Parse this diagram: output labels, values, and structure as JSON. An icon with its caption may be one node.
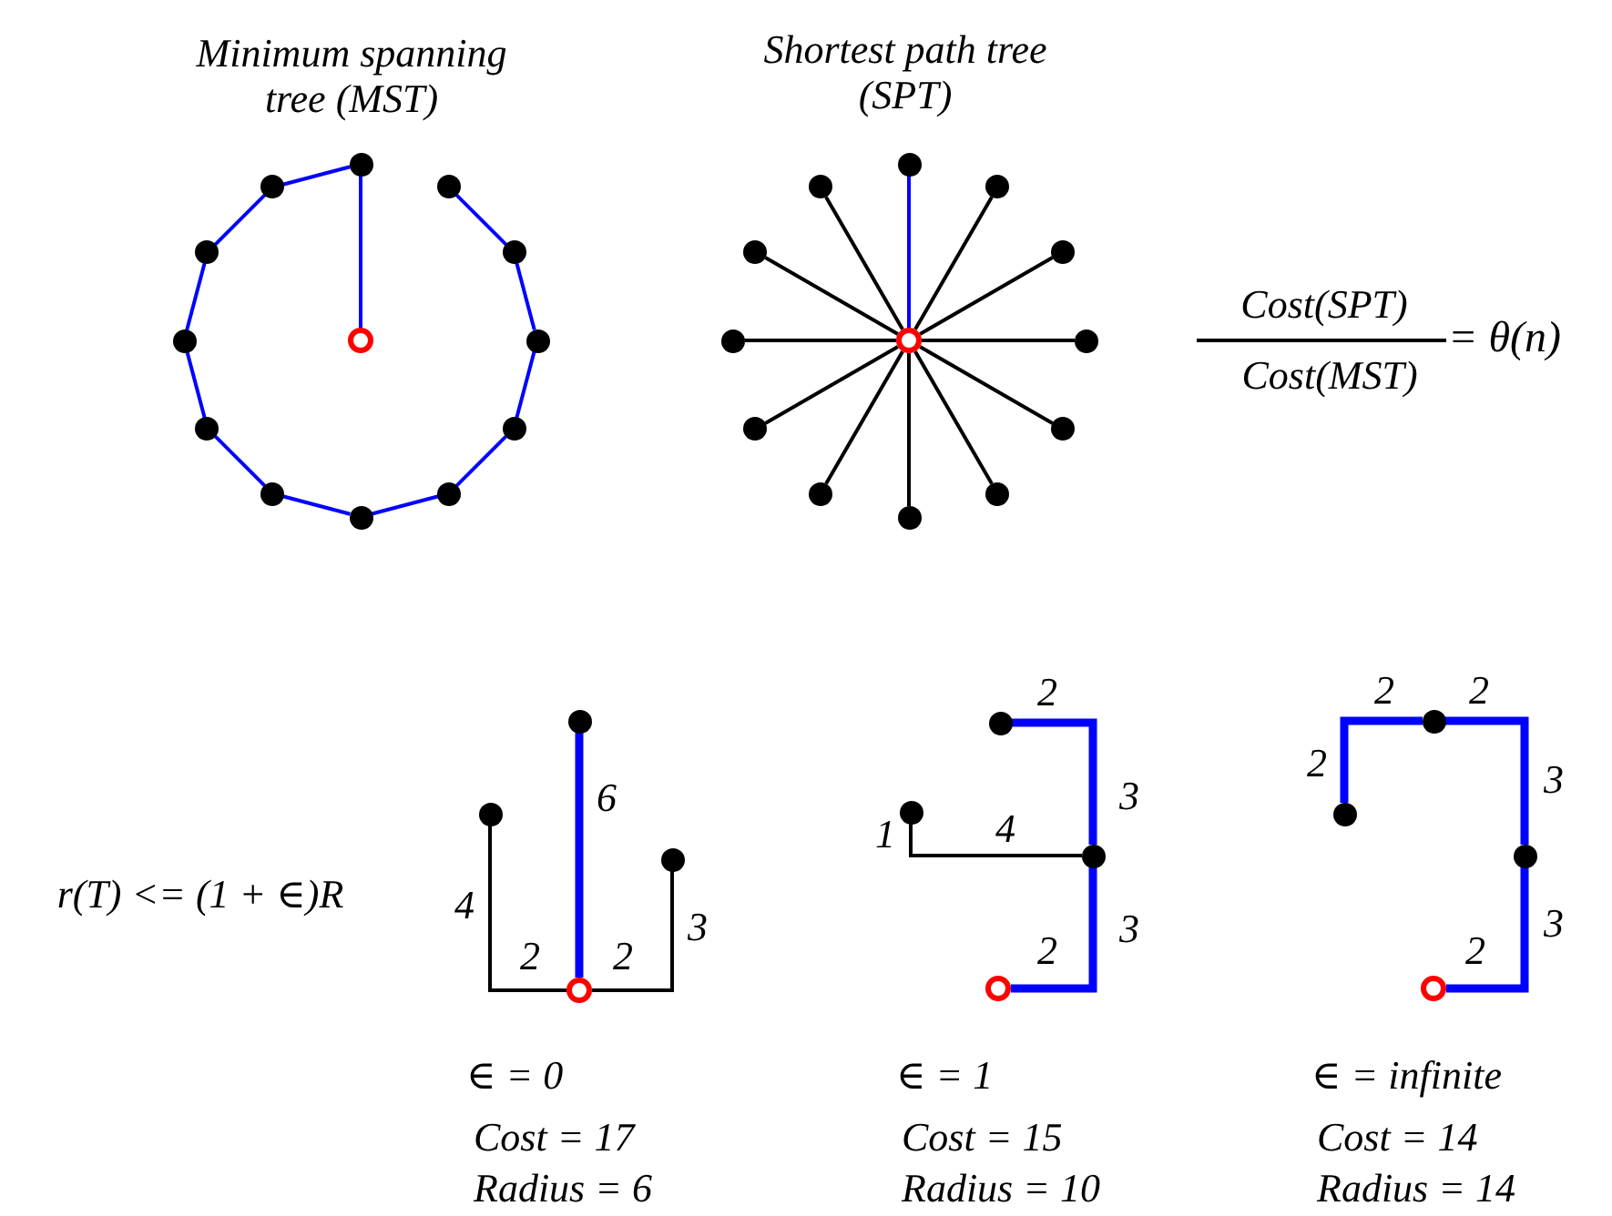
{
  "diagram": {
    "nodes": [
      {
        "text": [],
        "shape": "ring"
      },
      {
        "text": [],
        "shape": "circle"
      },
      {
        "text": [],
        "shape": "circle"
      },
      {
        "text": [],
        "shape": "circle"
      },
      {
        "text": [],
        "shape": "circle"
      },
      {
        "text": [],
        "shape": "circle"
      },
      {
        "text": [],
        "shape": "circle"
      },
      {
        "text": [],
        "shape": "circle"
      },
      {
        "text": [],
        "shape": "circle"
      },
      {
        "text": [],
        "shape": "circle"
      },
      {
        "text": [],
        "shape": "circle"
      },
      {
        "text": [],
        "shape": "circle"
      },
      {
        "text": [],
        "shape": "circle"
      },
      {
        "text": [],
        "shape": "ring"
      },
      {
        "text": [],
        "shape": "circle"
      },
      {
        "text": [],
        "shape": "circle"
      },
      {
        "text": [],
        "shape": "circle"
      },
      {
        "text": [],
        "shape": "circle"
      },
      {
        "text": [],
        "shape": "circle"
      },
      {
        "text": [],
        "shape": "circle"
      },
      {
        "text": [],
        "shape": "circle"
      },
      {
        "text": [],
        "shape": "circle"
      },
      {
        "text": [],
        "shape": "circle"
      },
      {
        "text": [],
        "shape": "circle"
      },
      {
        "text": [],
        "shape": "circle"
      },
      {
        "text": [],
        "shape": "circle"
      },
      {
        "text": [],
        "shape": "ring"
      },
      {
        "text": [],
        "shape": "circle"
      },
      {
        "text": [],
        "shape": "circle"
      },
      {
        "text": [],
        "shape": "circle"
      },
      {
        "text": [],
        "shape": "ring"
      },
      {
        "text": [],
        "shape": "circle"
      },
      {
        "text": [],
        "shape": "circle"
      },
      {
        "text": [],
        "shape": "circle"
      },
      {
        "text": [],
        "shape": "ring"
      },
      {
        "text": [],
        "shape": "circle"
      },
      {
        "text": [],
        "shape": "circle"
      },
      {
        "text": [],
        "shape": "circle"
      }
    ],
    "edges": [
      {
        "from": 0,
        "to": 1,
        "arrow": "none"
      },
      {
        "from": 1,
        "to": 12,
        "arrow": "none"
      },
      {
        "from": 12,
        "to": 11,
        "arrow": "none"
      },
      {
        "from": 11,
        "to": 10,
        "arrow": "none"
      },
      {
        "from": 10,
        "to": 9,
        "arrow": "none"
      },
      {
        "from": 9,
        "to": 8,
        "arrow": "none"
      },
      {
        "from": 8,
        "to": 7,
        "arrow": "none"
      },
      {
        "from": 7,
        "to": 6,
        "arrow": "none"
      },
      {
        "from": 6,
        "to": 5,
        "arrow": "none"
      },
      {
        "from": 5,
        "to": 4,
        "arrow": "none"
      },
      {
        "from": 4,
        "to": 3,
        "arrow": "none"
      },
      {
        "from": 3,
        "to": 2,
        "arrow": "none"
      },
      {
        "from": 13,
        "to": 14,
        "arrow": "none"
      },
      {
        "from": 13,
        "to": 15,
        "arrow": "none",
        "color": "#000000"
      },
      {
        "from": 13,
        "to": 16,
        "arrow": "none",
        "color": "#000000"
      },
      {
        "from": 13,
        "to": 17,
        "arrow": "none",
        "color": "#000000"
      },
      {
        "from": 13,
        "to": 18,
        "arrow": "none",
        "color": "#000000"
      },
      {
        "from": 13,
        "to": 19,
        "arrow": "none",
        "color": "#000000"
      },
      {
        "from": 13,
        "to": 20,
        "arrow": "none",
        "color": "#000000"
      },
      {
        "from": 13,
        "to": 21,
        "arrow": "none",
        "color": "#000000"
      },
      {
        "from": 13,
        "to": 22,
        "arrow": "none",
        "color": "#000000"
      },
      {
        "from": 13,
        "to": 23,
        "arrow": "none",
        "color": "#000000"
      },
      {
        "from": 13,
        "to": 24,
        "arrow": "none",
        "color": "#000000"
      },
      {
        "from": 13,
        "to": 25,
        "arrow": "none",
        "color": "#000000"
      },
      {
        "from": 26,
        "to": 27,
        "arrow": "none",
        "label": "6",
        "style": "thick"
      },
      {
        "from": 26,
        "to": 28,
        "arrow": "none",
        "label": "4",
        "color": "#000000"
      },
      {
        "from": 26,
        "to": 29,
        "arrow": "none",
        "label": "3",
        "color": "#000000"
      },
      {
        "from": 30,
        "to": 31,
        "arrow": "none",
        "label": "3",
        "style": "thick"
      },
      {
        "from": 31,
        "to": 32,
        "arrow": "none",
        "label": "3",
        "style": "thick"
      },
      {
        "from": 31,
        "to": 33,
        "arrow": "none",
        "label": "4",
        "color": "#000000"
      },
      {
        "from": 34,
        "to": 35,
        "arrow": "none",
        "label": "3",
        "style": "thick"
      },
      {
        "from": 35,
        "to": 36,
        "arrow": "none",
        "label": "3",
        "style": "thick"
      },
      {
        "from": 36,
        "to": 37,
        "arrow": "none",
        "label": "2",
        "style": "thick"
      }
    ],
    "labels": [
      "Minimum spanning tree (MST)",
      "Shortest path tree (SPT)",
      "Cost(SPT)",
      "Cost(MST)",
      "= θ(n)",
      "2",
      "2",
      "2",
      "r(T) <= (1 + ∈)R",
      "1",
      "2",
      "2",
      "2",
      "2",
      "∈ = 0",
      "∈ = 1",
      "∈ = infinite",
      "Cost = 17",
      "Cost = 15",
      "Cost = 14",
      "Radius = 6",
      "Radius = 10",
      "Radius = 14"
    ]
  }
}
